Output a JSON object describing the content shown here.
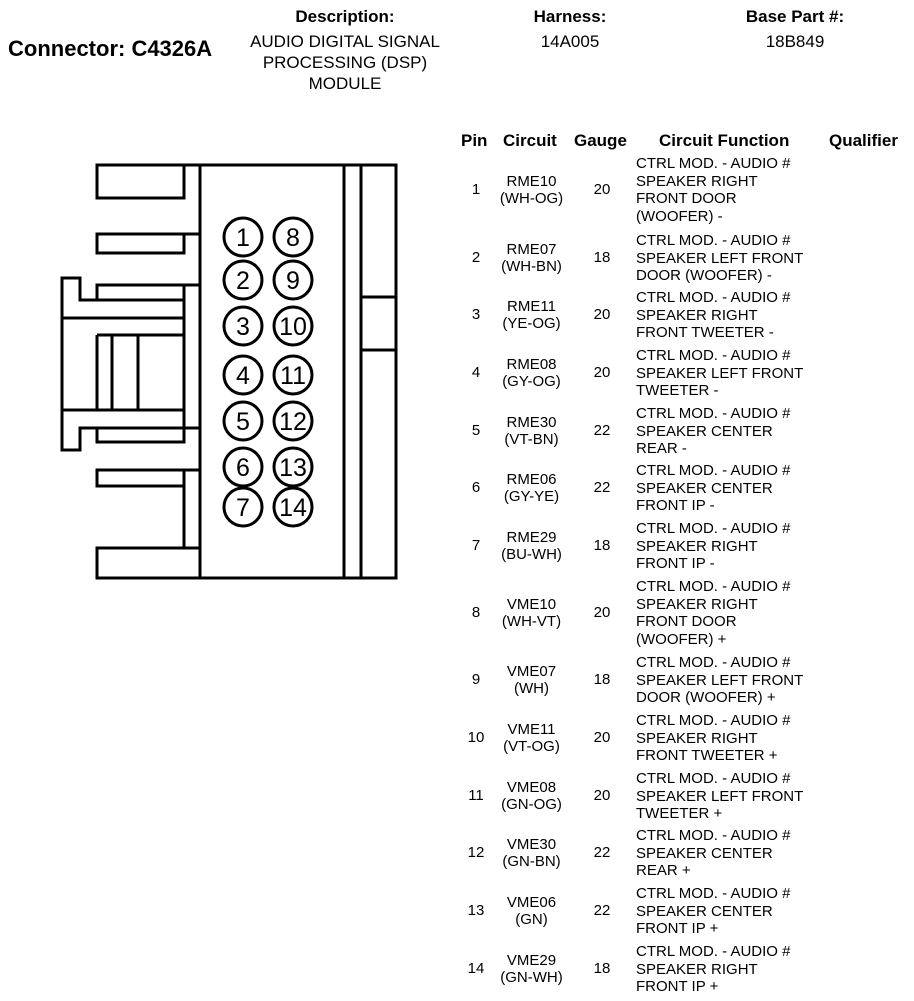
{
  "connector": "Connector: C4326A",
  "header": {
    "description_label": "Description:",
    "description_lines": [
      "AUDIO DIGITAL SIGNAL",
      "PROCESSING (DSP)",
      "MODULE"
    ],
    "harness_label": "Harness:",
    "harness_value": "14A005",
    "base_part_label": "Base Part #:",
    "base_part_value": "18B849"
  },
  "columns": [
    "Pin",
    "Circuit",
    "Gauge",
    "Circuit Function",
    "Qualifier"
  ],
  "pins": [
    {
      "pin": "1",
      "circuit": "RME10",
      "color": "(WH-OG)",
      "gauge": "20",
      "function": [
        "CTRL MOD. - AUDIO #",
        "SPEAKER RIGHT",
        "FRONT DOOR",
        "(WOOFER) -"
      ]
    },
    {
      "pin": "2",
      "circuit": "RME07",
      "color": "(WH-BN)",
      "gauge": "18",
      "function": [
        "CTRL MOD. - AUDIO #",
        "SPEAKER LEFT FRONT",
        "DOOR (WOOFER) -"
      ]
    },
    {
      "pin": "3",
      "circuit": "RME11",
      "color": "(YE-OG)",
      "gauge": "20",
      "function": [
        "CTRL MOD. - AUDIO #",
        "SPEAKER RIGHT",
        "FRONT TWEETER -"
      ]
    },
    {
      "pin": "4",
      "circuit": "RME08",
      "color": "(GY-OG)",
      "gauge": "20",
      "function": [
        "CTRL MOD. - AUDIO #",
        "SPEAKER LEFT FRONT",
        "TWEETER -"
      ]
    },
    {
      "pin": "5",
      "circuit": "RME30",
      "color": "(VT-BN)",
      "gauge": "22",
      "function": [
        "CTRL MOD. - AUDIO #",
        "SPEAKER CENTER",
        "REAR -"
      ]
    },
    {
      "pin": "6",
      "circuit": "RME06",
      "color": "(GY-YE)",
      "gauge": "22",
      "function": [
        "CTRL MOD. - AUDIO #",
        "SPEAKER CENTER",
        "FRONT IP -"
      ]
    },
    {
      "pin": "7",
      "circuit": "RME29",
      "color": "(BU-WH)",
      "gauge": "18",
      "function": [
        "CTRL MOD. - AUDIO #",
        "SPEAKER RIGHT",
        "FRONT IP -"
      ]
    },
    {
      "pin": "8",
      "circuit": "VME10",
      "color": "(WH-VT)",
      "gauge": "20",
      "function": [
        "CTRL MOD. - AUDIO #",
        "SPEAKER RIGHT",
        "FRONT DOOR",
        "(WOOFER) +"
      ]
    },
    {
      "pin": "9",
      "circuit": "VME07",
      "color": "(WH)",
      "gauge": "18",
      "function": [
        "CTRL MOD. - AUDIO #",
        "SPEAKER LEFT FRONT",
        "DOOR (WOOFER) +"
      ]
    },
    {
      "pin": "10",
      "circuit": "VME11",
      "color": "(VT-OG)",
      "gauge": "20",
      "function": [
        "CTRL MOD. - AUDIO #",
        "SPEAKER RIGHT",
        "FRONT TWEETER +"
      ]
    },
    {
      "pin": "11",
      "circuit": "VME08",
      "color": "(GN-OG)",
      "gauge": "20",
      "function": [
        "CTRL MOD. - AUDIO #",
        "SPEAKER LEFT FRONT",
        "TWEETER +"
      ]
    },
    {
      "pin": "12",
      "circuit": "VME30",
      "color": "(GN-BN)",
      "gauge": "22",
      "function": [
        "CTRL MOD. - AUDIO #",
        "SPEAKER CENTER",
        "REAR +"
      ]
    },
    {
      "pin": "13",
      "circuit": "VME06",
      "color": "(GN)",
      "gauge": "22",
      "function": [
        "CTRL MOD. - AUDIO #",
        "SPEAKER CENTER",
        "FRONT IP +"
      ]
    },
    {
      "pin": "14",
      "circuit": "VME29",
      "color": "(GN-WH)",
      "gauge": "18",
      "function": [
        "CTRL MOD. - AUDIO #",
        "SPEAKER RIGHT",
        "FRONT IP +"
      ]
    }
  ],
  "diagram_pins": [
    "1",
    "8",
    "2",
    "9",
    "3",
    "10",
    "4",
    "11",
    "5",
    "12",
    "6",
    "13",
    "7",
    "14"
  ]
}
